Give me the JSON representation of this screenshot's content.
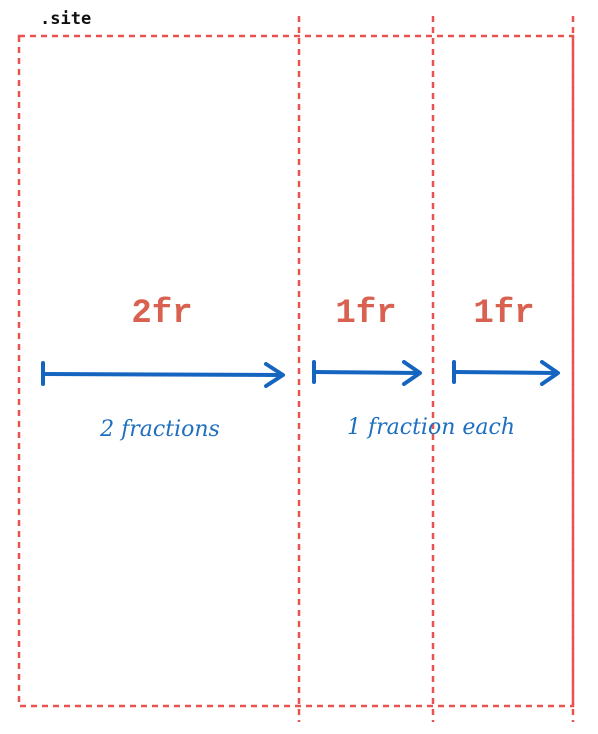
{
  "container": {
    "label": ".site"
  },
  "columns": [
    {
      "label": "2fr"
    },
    {
      "label": "1fr"
    },
    {
      "label": "1fr"
    }
  ],
  "annotations": {
    "left": "2 fractions",
    "right": "1 fraction each"
  },
  "colors": {
    "grid_line": "#e8524f",
    "fr_label": "#d8614f",
    "arrow": "#1565c0",
    "handwriting": "#1e6fbf",
    "site_label": "#111111"
  }
}
